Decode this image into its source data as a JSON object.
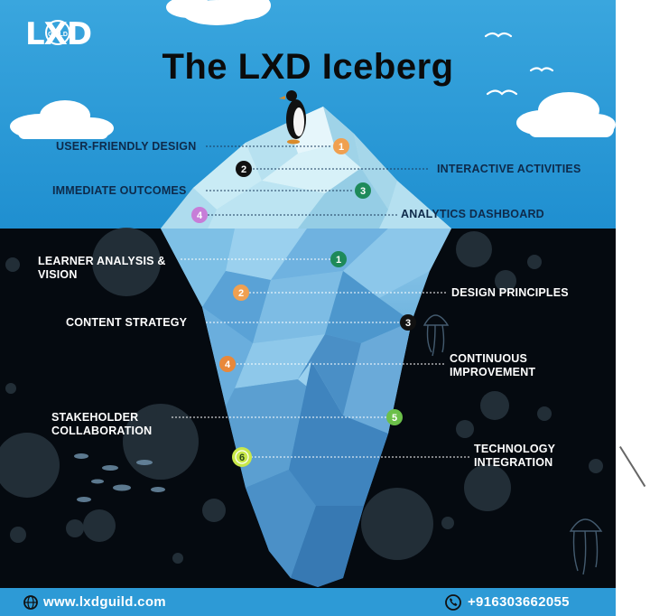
{
  "title": "The LXD Iceberg",
  "logo": "LXD",
  "logo_ring": "GUILD",
  "top_items": [
    {
      "num": "1",
      "label": "USER-FRIENDLY DESIGN",
      "color": "#f0a050"
    },
    {
      "num": "2",
      "label": "INTERACTIVE ACTIVITIES",
      "color": "#111111"
    },
    {
      "num": "3",
      "label": "IMMEDIATE OUTCOMES",
      "color": "#1e8a5a"
    },
    {
      "num": "4",
      "label": "ANALYTICS DASHBOARD",
      "color": "#c77dd8"
    }
  ],
  "bottom_items": [
    {
      "num": "1",
      "label_lines": [
        "LEARNER  ANALYSIS  &",
        "VISION"
      ],
      "color": "#1e8a5a"
    },
    {
      "num": "2",
      "label_lines": [
        "DESIGN PRINCIPLES"
      ],
      "color": "#f0a050"
    },
    {
      "num": "3",
      "label_lines": [
        "CONTENT STRATEGY"
      ],
      "color": "#111111"
    },
    {
      "num": "4",
      "label_lines": [
        "CONTINUOUS",
        "IMPROVEMENT"
      ],
      "color": "#e8883a"
    },
    {
      "num": "5",
      "label_lines": [
        "STAKEHOLDER",
        "COLLABORATION"
      ],
      "color": "#6cc04a"
    },
    {
      "num": "6",
      "label_lines": [
        "TECHNOLOGY",
        "INTEGRATION"
      ],
      "color": "#c9e84a"
    }
  ],
  "footer": {
    "website": "www.lxdguild.com",
    "phone": "+916303662055",
    "globe_icon": "globe-icon",
    "phone_icon": "phone-icon"
  },
  "colors": {
    "sky": "#2b9ad6",
    "ocean": "#050a10",
    "footer": "#2d9ad6",
    "ice_top": "#bfe6f2",
    "ice_under": "#5ea9d8"
  }
}
